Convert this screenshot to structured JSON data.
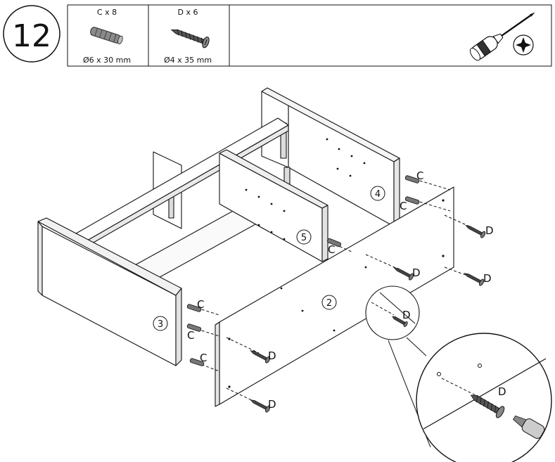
{
  "step_number": "12",
  "parts": [
    {
      "code": "C x 8",
      "size": "Ø6 x 30 mm"
    },
    {
      "code": "D x 6",
      "size": "Ø4 x 35 mm"
    }
  ],
  "panel_numbers": {
    "p2": "2",
    "p3": "3",
    "p4": "4",
    "p5": "5"
  },
  "letter_c": "C",
  "letter_d": "D",
  "icons": [
    "wooden-dowel-icon",
    "screw-icon",
    "screwdriver-icon",
    "phillips-head-icon"
  ]
}
